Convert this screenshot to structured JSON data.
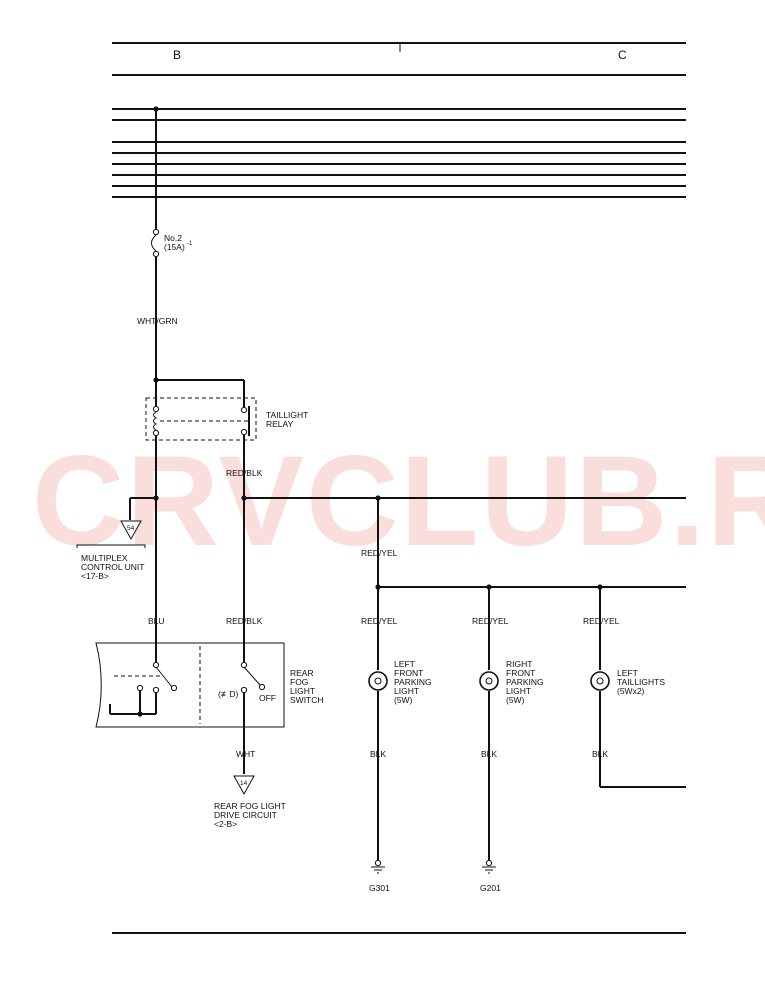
{
  "header": {
    "col_left": "B",
    "col_right": "C"
  },
  "watermark": "CRVCLUB.RU",
  "fuse": {
    "name": "No.2",
    "rating": "(15A)",
    "note": "-1"
  },
  "relay": {
    "line1": "TAILLIGHT",
    "line2": "RELAY"
  },
  "mcu": {
    "pin": "54",
    "line1": "MULTIPLEX",
    "line2": "CONTROL UNIT",
    "line3": "<17-B>"
  },
  "switch": {
    "line1": "REAR",
    "line2": "FOG",
    "line3": "LIGHT",
    "line4": "SWITCH",
    "on_symbol": "(≢D)",
    "off_label": "OFF"
  },
  "rear_fog": {
    "pin": "14",
    "line1": "REAR FOG LIGHT",
    "line2": "DRIVE CIRCUIT",
    "line3": "<2-B>"
  },
  "wires": {
    "wht_grn": "WHT/GRN",
    "red_blk_1": "RED/BLK",
    "red_yel_main": "RED/YEL",
    "blu": "BLU",
    "red_blk_2": "RED/BLK",
    "red_yel_1": "RED/YEL",
    "red_yel_2": "RED/YEL",
    "red_yel_3": "RED/YEL",
    "wht": "WHT",
    "blk_1": "BLK",
    "blk_2": "BLK",
    "blk_3": "BLK"
  },
  "lamps": [
    {
      "line1": "LEFT",
      "line2": "FRONT",
      "line3": "PARKING",
      "line4": "LIGHT",
      "line5": "(5W)"
    },
    {
      "line1": "RIGHT",
      "line2": "FRONT",
      "line3": "PARKING",
      "line4": "LIGHT",
      "line5": "(5W)"
    },
    {
      "line1": "LEFT",
      "line2": "TAILLIGHTS",
      "line3": "(5Wx2)"
    }
  ],
  "grounds": [
    {
      "name": "G301"
    },
    {
      "name": "G201"
    }
  ]
}
